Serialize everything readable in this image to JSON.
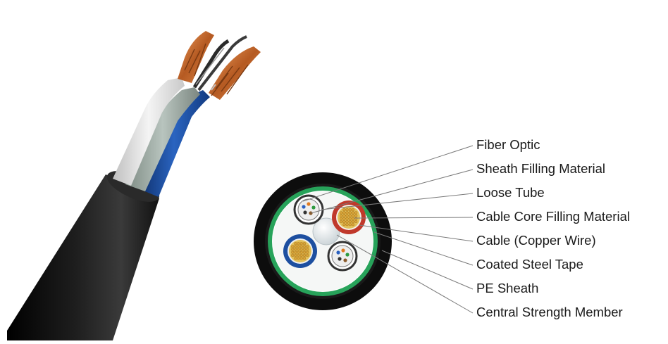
{
  "diagram": {
    "labels": [
      "Fiber Optic",
      "Sheath Filling Material",
      "Loose Tube",
      "Cable Core Filling Material",
      "Cable (Copper Wire)",
      "Coated Steel Tape",
      "PE Sheath",
      "Central Strength Member"
    ]
  },
  "colors": {
    "outer_sheath": "#0d0d0d",
    "steel_tape": "#27a35a",
    "copper": "#c8743a",
    "blue_jacket": "#1d4fa0",
    "leader_line": "#7a7a7a"
  }
}
